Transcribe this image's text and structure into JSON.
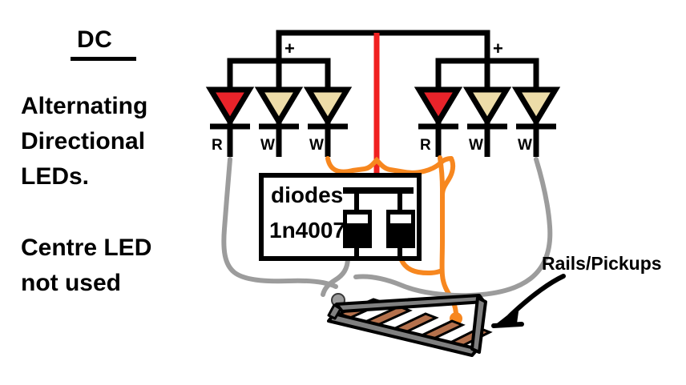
{
  "title": {
    "text": "DC"
  },
  "captions": {
    "line1": "Alternating",
    "line2": "Directional",
    "line3": "LEDs.",
    "line4": "Centre LED",
    "line5": "not used"
  },
  "annotations": {
    "rails_label": "Rails/Pickups"
  },
  "diode_box": {
    "title": "diodes",
    "part_number": "1n4007"
  },
  "led_groups": [
    {
      "name": "left-led-group",
      "polarity_label": "+",
      "leds": [
        {
          "label": "R",
          "color": "#E8232A",
          "name": "red-led"
        },
        {
          "label": "W",
          "color": "#EDDCA8",
          "name": "white-led-1"
        },
        {
          "label": "W",
          "color": "#EDDCA8",
          "name": "white-led-2"
        }
      ]
    },
    {
      "name": "right-led-group",
      "polarity_label": "+",
      "leds": [
        {
          "label": "R",
          "color": "#E8232A",
          "name": "red-led"
        },
        {
          "label": "W",
          "color": "#EDDCA8",
          "name": "white-led-1"
        },
        {
          "label": "W",
          "color": "#EDDCA8",
          "name": "white-led-2"
        }
      ]
    }
  ],
  "colors": {
    "wire_black": "#000000",
    "wire_red": "#F02020",
    "wire_orange": "#F7871F",
    "wire_gray": "#9C9C9C",
    "rail_gray": "#808080",
    "sleeper_brown": "#B5714C",
    "led_red": "#E8232A",
    "led_cream": "#EDDCA8",
    "background": "#FFFFFF"
  }
}
